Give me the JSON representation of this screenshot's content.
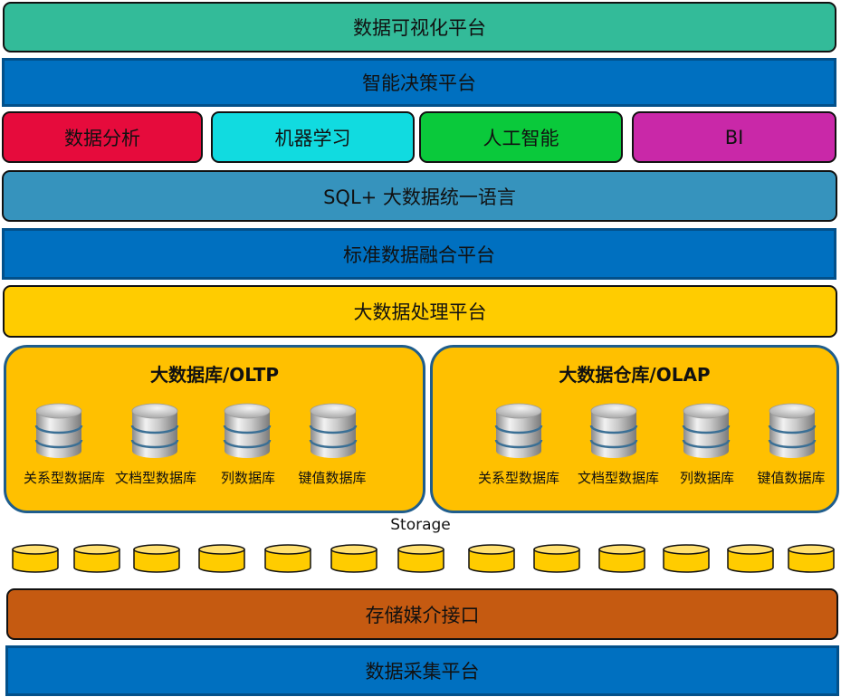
{
  "layers": {
    "visualization": {
      "label": "数据可视化平台",
      "color": "#33bb99"
    },
    "decision": {
      "label": "智能决策平台",
      "color": "#0070c0"
    },
    "apps": [
      {
        "label": "数据分析",
        "color": "#e60b3c"
      },
      {
        "label": "机器学习",
        "color": "#11dbe0"
      },
      {
        "label": "人工智能",
        "color": "#0ac93b"
      },
      {
        "label": "BI",
        "color": "#c928a8"
      }
    ],
    "sql": {
      "label": "SQL+ 大数据统一语言",
      "color": "#3693bd"
    },
    "fusion": {
      "label": "标准数据融合平台",
      "color": "#0070c0"
    },
    "processing": {
      "label": "大数据处理平台",
      "color": "#ffcc00"
    },
    "oltp": {
      "title": "大数据库/OLTP",
      "databases": [
        "关系型数据库",
        "文档型数据库",
        "列数据库",
        "键值数据库"
      ]
    },
    "olap": {
      "title": "大数据仓库/OLAP",
      "databases": [
        "关系型数据库",
        "文档型数据库",
        "列数据库",
        "键值数据库"
      ]
    },
    "storage": {
      "label": "Storage",
      "disk_count": 13,
      "disk_color": "#ffcc00"
    },
    "media": {
      "label": "存储媒介接口",
      "color": "#c55a11"
    },
    "collection": {
      "label": "数据采集平台",
      "color": "#0070c0"
    }
  }
}
